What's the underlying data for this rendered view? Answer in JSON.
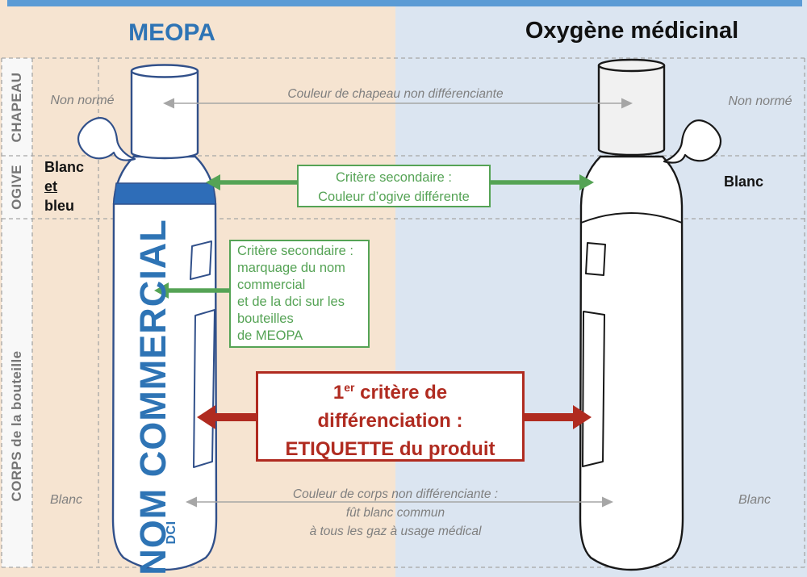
{
  "colors": {
    "peach": "#f6e4d1",
    "light-blue": "#dbe5f1",
    "bar-blue": "#5b9bd5",
    "title-blue": "#2e74b5",
    "bottle-blue": "#31508a",
    "band-blue": "#2e6db8",
    "green": "#55a355",
    "red": "#b02b20",
    "gray": "#7f7f7f",
    "line-gray": "#a6a6a6",
    "black": "#181818"
  },
  "titles": {
    "left": "MEOPA",
    "right": "Oxygène médicinal"
  },
  "sections": {
    "chapeau": "CHAPEAU",
    "ogive": "OGIVE",
    "corps": "CORPS de la bouteille"
  },
  "chapeau": {
    "arrow_label": "Couleur de chapeau non différenciante",
    "left_note": "Non normé",
    "right_note": "Non normé"
  },
  "ogive": {
    "left_color_l1": "Blanc",
    "left_color_l2": "et",
    "left_color_l3": "bleu",
    "right_color": "Blanc",
    "box": "Critère secondaire :\nCouleur d’ogive différente"
  },
  "corps": {
    "marking_box": "Critère secondaire :\nmarquage du nom\ncommercial\net de la dci sur les\nbouteilles\nde MEOPA",
    "label_box_num": "1",
    "label_box_sup": "er",
    "label_box_line1rest": " critère de",
    "label_box_line2": "différenciation :",
    "label_box_line3": "ETIQUETTE du produit",
    "arrow_label": "Couleur de corps non différenciante :\nfût blanc commun\nà tous les gaz à usage médical",
    "left_color": "Blanc",
    "right_color": "Blanc"
  },
  "bottle_left": {
    "vertical_label": "NOM COMMERCIAL",
    "dci": "DCI"
  }
}
